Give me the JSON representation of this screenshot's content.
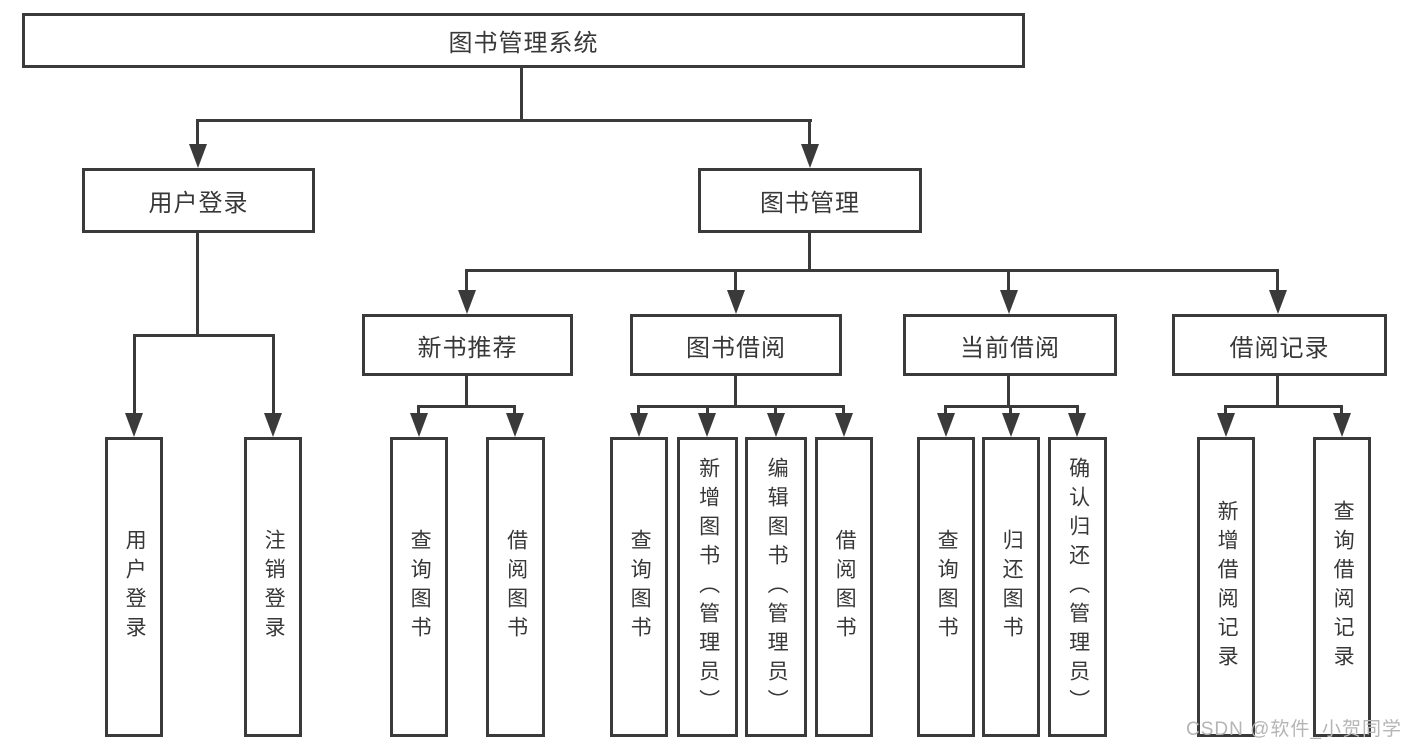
{
  "tree": {
    "root": {
      "label": "图书管理系统"
    },
    "user_login": {
      "label": "用户登录",
      "children": [
        "用户登录",
        "注销登录"
      ]
    },
    "book_management": {
      "label": "图书管理",
      "sections": [
        {
          "label": "新书推荐",
          "children": [
            "查询图书",
            "借阅图书"
          ]
        },
        {
          "label": "图书借阅",
          "children": [
            "查询图书",
            "新增图书（管理员）",
            "编辑图书（管理员）",
            "借阅图书"
          ]
        },
        {
          "label": "当前借阅",
          "children": [
            "查询图书",
            "归还图书",
            "确认归还（管理员）"
          ]
        },
        {
          "label": "借阅记录",
          "children": [
            "新增借阅记录",
            "查询借阅记录"
          ]
        }
      ]
    }
  },
  "watermark": "CSDN @软件_小贺同学",
  "colors": {
    "line": "#3a3a3a",
    "box_border": "#3a3a3a",
    "text": "#383838",
    "watermark": "#b5b5b5",
    "background": "#ffffff"
  }
}
